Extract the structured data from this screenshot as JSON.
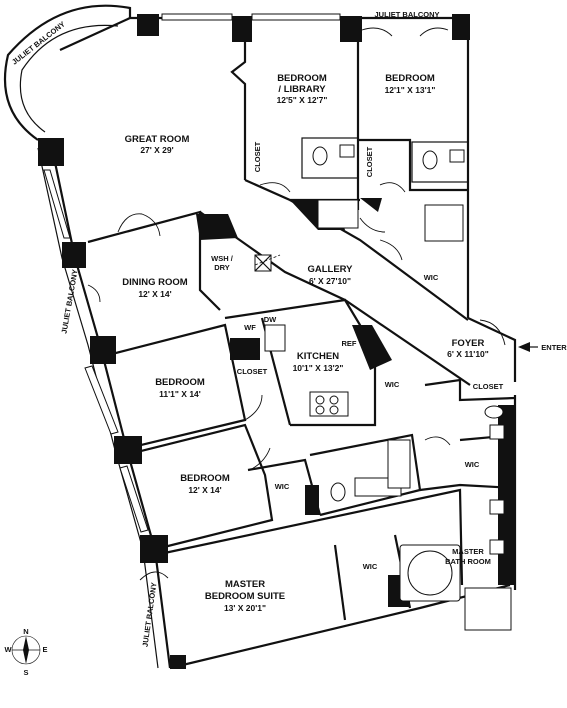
{
  "rooms": {
    "great_room": {
      "name": "GREAT ROOM",
      "dims": "27' X 29'"
    },
    "bedroom_library": {
      "name1": "BEDROOM",
      "name2": "/ LIBRARY",
      "dims": "12'5\" X 12'7\""
    },
    "bedroom_ne": {
      "name": "BEDROOM",
      "dims": "12'1\" X 13'1\""
    },
    "dining_room": {
      "name": "DINING ROOM",
      "dims": "12' X 14'"
    },
    "gallery": {
      "name": "GALLERY",
      "dims": "6' X 27'10\""
    },
    "kitchen": {
      "name": "KITCHEN",
      "dims": "10'1\" X 13'2\""
    },
    "foyer": {
      "name": "FOYER",
      "dims": "6' X 11'10\""
    },
    "bedroom_mid": {
      "name": "BEDROOM",
      "dims": "11'1\" X 14'"
    },
    "bedroom_low": {
      "name": "BEDROOM",
      "dims": "12' X 14'"
    },
    "master_suite": {
      "name1": "MASTER",
      "name2": "BEDROOM SUITE",
      "dims": "13' X 20'1\""
    },
    "master_bath": {
      "name1": "MASTER",
      "name2": "BATH ROOM"
    }
  },
  "labels": {
    "closet": "CLOSET",
    "wic": "WIC",
    "wsh": "WSH /",
    "dry": "DRY",
    "wf": "WF",
    "dw": "DW",
    "ref": "REF",
    "juliet_balcony": "JULIET BALCONY",
    "enter": "ENTER"
  },
  "compass": {
    "n": "N",
    "s": "S",
    "e": "E",
    "w": "W"
  }
}
